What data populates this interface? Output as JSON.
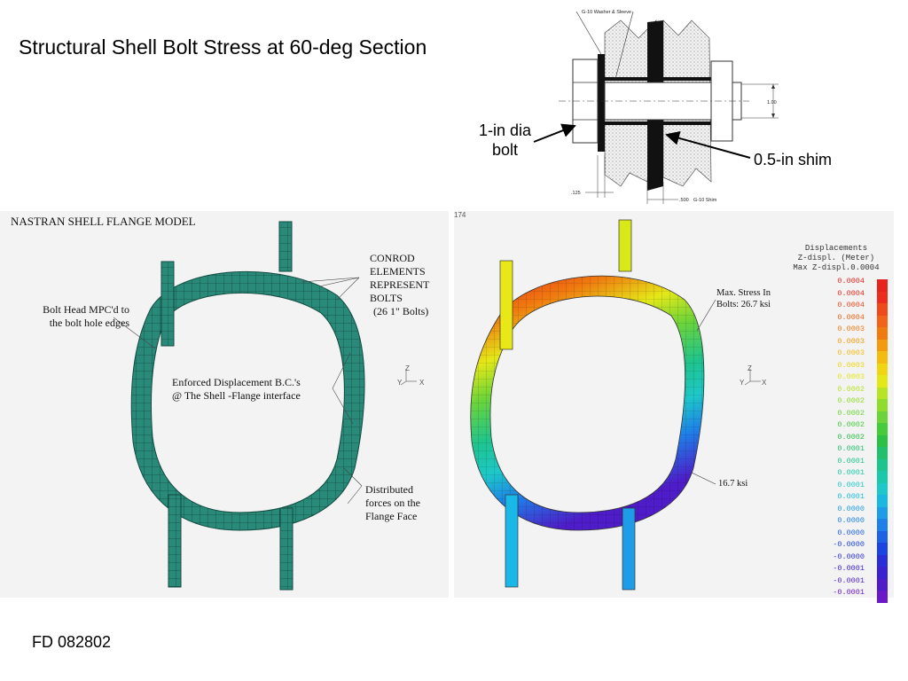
{
  "slide": {
    "title": "Structural Shell Bolt Stress at 60-deg Section",
    "footer": "FD 082802"
  },
  "bolt_detail": {
    "washer_label": "G-10 Washer & Sleeve",
    "bolt_callout_line1": "1-in dia",
    "bolt_callout_line2": "bolt",
    "shim_callout": "0.5-in shim",
    "dim_diameter": "1.00",
    "dim_washer": ".125",
    "dim_shim": ".500",
    "dim_shim_label": "G-10 Shim"
  },
  "left_panel": {
    "heading": "NASTRAN SHELL FLANGE MODEL",
    "ann_bolt_head_1": "Bolt Head MPC'd to",
    "ann_bolt_head_2": "the bolt hole edges",
    "ann_conrod_1": "CONROD",
    "ann_conrod_2": "ELEMENTS",
    "ann_conrod_3": "REPRESENT",
    "ann_conrod_4": "BOLTS",
    "ann_conrod_5": "(26  1\" Bolts)",
    "ann_enforced_1": "Enforced Displacement B.C.'s",
    "ann_enforced_2": "@ The Shell -Flange interface",
    "ann_dist_1": "Distributed",
    "ann_dist_2": "forces on the",
    "ann_dist_3": "Flange Face",
    "mesh_color": "#2a8a7a"
  },
  "right_panel": {
    "corner_label": "174",
    "max_stress_1": "Max. Stress In",
    "max_stress_2": "Bolts: 26.7 ksi",
    "min_stress": "16.7 ksi",
    "legend_title_1": "Displacements",
    "legend_title_2": "Z-displ. (Meter)",
    "legend_title_3": "Max Z-displ.0.0004",
    "legend_values": [
      "0.0004",
      "0.0004",
      "0.0004",
      "0.0004",
      "0.0003",
      "0.0003",
      "0.0003",
      "0.0003",
      "0.0003",
      "0.0002",
      "0.0002",
      "0.0002",
      "0.0002",
      "0.0002",
      "0.0001",
      "0.0001",
      "0.0001",
      "0.0001",
      "0.0001",
      "0.0000",
      "0.0000",
      "0.0000",
      "-0.0000",
      "-0.0000",
      "-0.0001",
      "-0.0001",
      "-0.0001"
    ],
    "legend_colors": [
      "#e8231e",
      "#ec2c1c",
      "#ef4a1a",
      "#f26218",
      "#f07a10",
      "#f29a10",
      "#f2bc12",
      "#efd514",
      "#e5e818",
      "#b8e425",
      "#8fdc2c",
      "#6cd43a",
      "#44cc3a",
      "#2cc046",
      "#22c06e",
      "#1ec48e",
      "#1cc8aa",
      "#1ec8c8",
      "#1ab8e0",
      "#1e9ce8",
      "#1e80e8",
      "#1e60e6",
      "#1c44e0",
      "#2a2ed8",
      "#3a22d0",
      "#4e1cc8",
      "#6a18c8"
    ]
  },
  "axes_icon": {
    "z": "Z",
    "y": "Y",
    "x": "X"
  }
}
